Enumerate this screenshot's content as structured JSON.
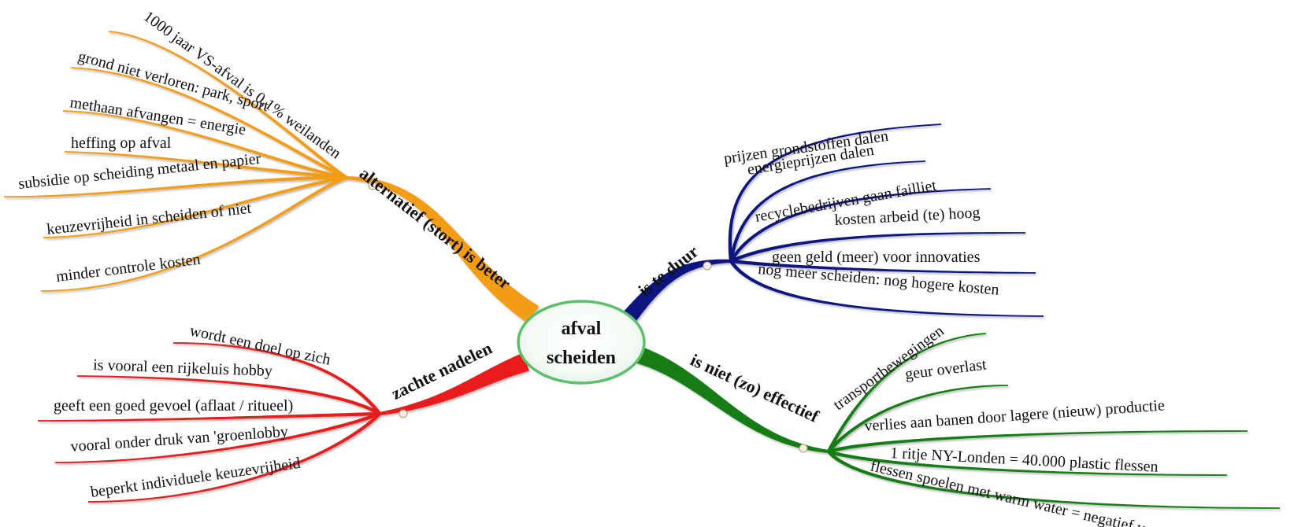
{
  "center": {
    "line1": "afval",
    "line2": "scheiden"
  },
  "colors": {
    "orange": "#f39c12",
    "navy": "#0c1580",
    "red": "#e81c1c",
    "green": "#167d16",
    "center_border": "#5cbf6a"
  },
  "branches": [
    {
      "id": "alternatief",
      "label": "alternatief (stort) is beter",
      "color_key": "orange",
      "items": [
        "1000 jaar VS-afval is 0,1% weilanden",
        "grond niet verloren: park, sport",
        "methaan afvangen = energie",
        "heffing op afval",
        "subsidie op scheiding metaal en papier",
        "keuzevrijheid in scheiden of niet",
        "minder controle kosten"
      ]
    },
    {
      "id": "duur",
      "label": "is te duur",
      "color_key": "navy",
      "items": [
        "prijzen grondstoffen dalen",
        "energieprijzen dalen",
        "recyclebedrijven gaan failliet",
        "kosten arbeid (te) hoog",
        "geen geld (meer) voor innovaties",
        "nog meer scheiden: nog hogere kosten"
      ]
    },
    {
      "id": "zacht",
      "label": "zachte nadelen",
      "color_key": "red",
      "items": [
        "wordt een doel op zich",
        "is vooral een rijkeluis hobby",
        "geeft een goed gevoel (aflaat / ritueel)",
        "vooral onder druk van 'groenlobby",
        "beperkt individuele keuzevrijheid"
      ]
    },
    {
      "id": "effectief",
      "label": "is niet (zo) effectief",
      "color_key": "green",
      "items": [
        "transportbewegingen",
        "geur overlast",
        "verlies aan banen door lagere (nieuw) productie",
        "1 ritje NY-Londen = 40.000 plastic flessen",
        "flessen spoelen met warm water = negatief voor milieu"
      ]
    }
  ]
}
